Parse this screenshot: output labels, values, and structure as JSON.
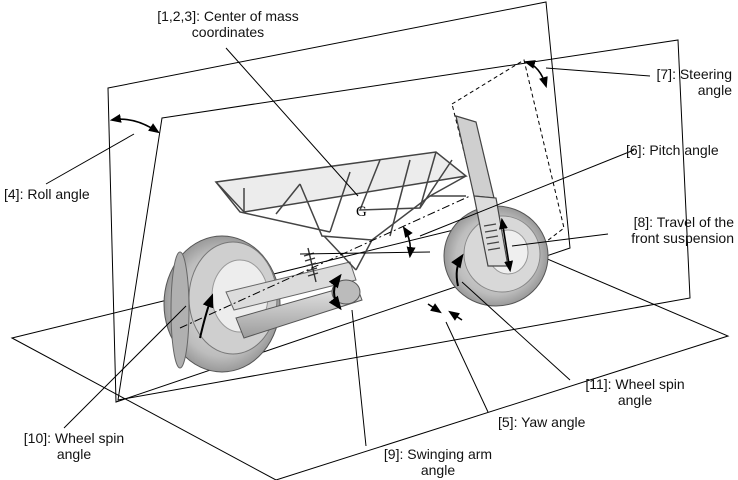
{
  "labels": {
    "center_of_mass": [
      "[1,2,3]: Center of mass",
      "coordinates"
    ],
    "steering": [
      "[7]: Steering",
      "angle"
    ],
    "pitch": "[6]: Pitch angle",
    "roll": "[4]: Roll angle",
    "front_suspension": [
      "[8]: Travel of the",
      "front suspension"
    ],
    "rear_wheel_spin": [
      "[10]: Wheel spin",
      "angle"
    ],
    "swinging_arm": [
      "[9]: Swinging arm",
      "angle"
    ],
    "yaw": "[5]: Yaw angle",
    "front_wheel_spin": [
      "[11]: Wheel spin",
      "angle"
    ],
    "mass_marker": "G"
  }
}
